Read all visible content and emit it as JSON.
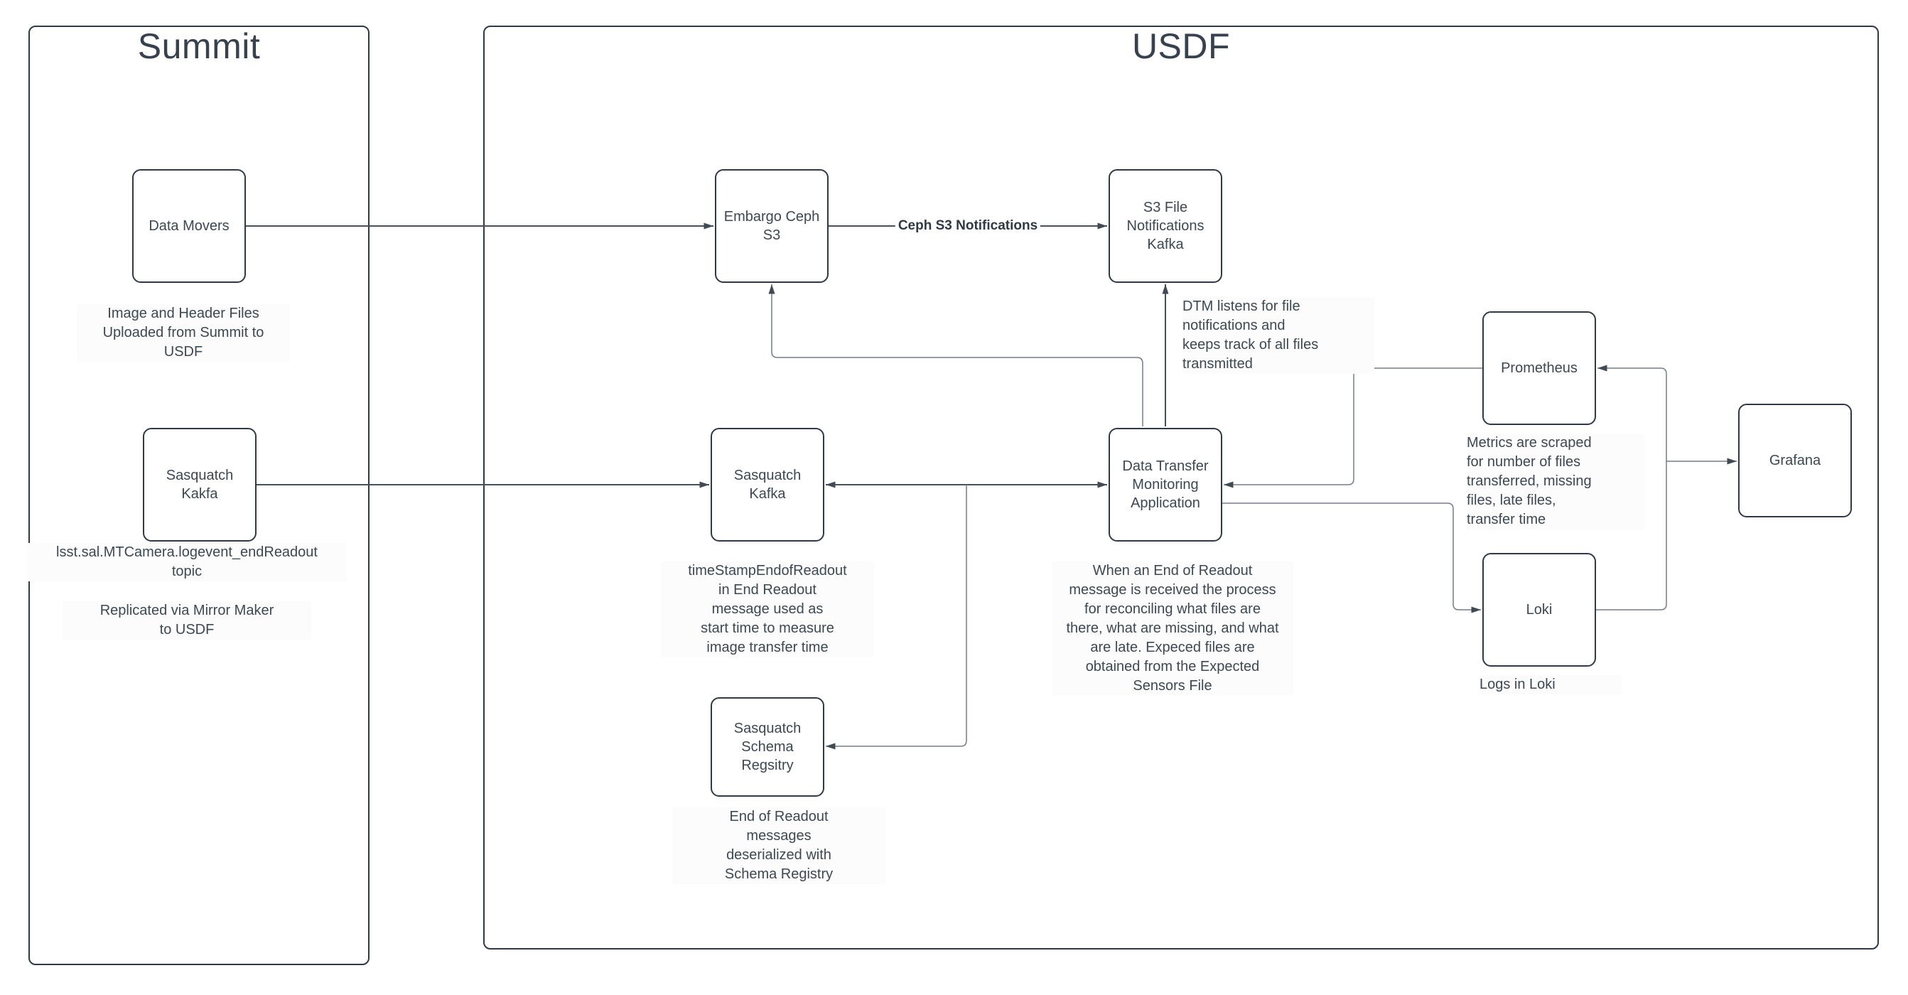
{
  "diagram": {
    "containers": {
      "summit": {
        "title": "Summit"
      },
      "usdf": {
        "title": "USDF"
      }
    },
    "nodes": {
      "data_movers": {
        "label": "Data Movers"
      },
      "sasquatch_kakfa_summit": {
        "label": "Sasquatch\nKakfa"
      },
      "embargo_ceph_s3": {
        "label": "Embargo Ceph\nS3"
      },
      "s3_file_notifications_kafka": {
        "label": "S3 File\nNotifications\nKafka"
      },
      "sasquatch_kafka_usdf": {
        "label": "Sasquatch\nKafka"
      },
      "data_transfer_monitoring_application": {
        "label": "Data Transfer\nMonitoring\nApplication"
      },
      "prometheus": {
        "label": "Prometheus"
      },
      "loki": {
        "label": "Loki"
      },
      "grafana": {
        "label": "Grafana"
      },
      "sasquatch_schema_regsitry": {
        "label": "Sasquatch\nSchema\nRegsitry"
      }
    },
    "edge_labels": {
      "ceph_s3_notifications": "Ceph S3 Notifications"
    },
    "annotations": {
      "image_header": "Image and Header Files\nUploaded from Summit to\nUSDF",
      "lsst_topic": "lsst.sal.MTCamera.logevent_endReadout\ntopic",
      "replicated": "Replicated via Mirror Maker\nto USDF",
      "timestamp": "timeStampEndofReadout\nin End Readout\nmessage used as\nstart time to measure\nimage transfer time",
      "when_eor": "When an End of Readout\nmessage is received the process\nfor reconciling what files are\nthere, what are missing, and what\nare late. Expeced files are\nobtained from the Expected\nSensors File",
      "eor_deserialized": "End of Readout\nmessages\ndeserialized with\nSchema Registry",
      "dtm_listens": "DTM listens for file\nnotifications and\nkeeps track of all files\ntransmitted",
      "metrics": "Metrics are scraped\nfor number of files\ntransferred, missing\nfiles, late files,\ntransfer time",
      "logs_in_loki": "Logs in Loki"
    },
    "colors": {
      "node_border": "#2e3a46",
      "text": "#3c4853",
      "connector_dark": "#47525d",
      "connector_light": "#747d88",
      "arrowhead": "#3f4a55",
      "background": "#ffffff"
    }
  }
}
